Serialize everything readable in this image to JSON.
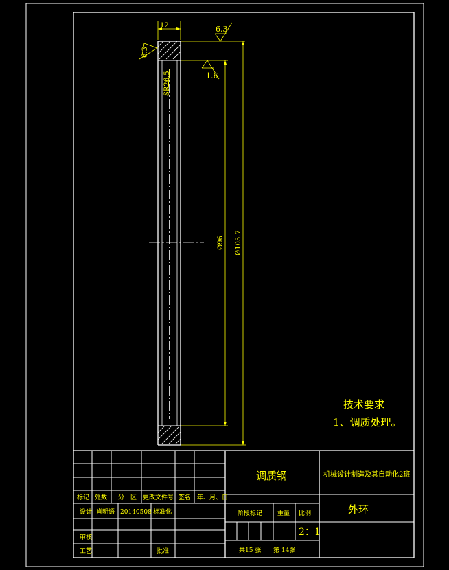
{
  "colors": {
    "background": "#000000",
    "line": "#ffffff",
    "text": "#ffff00"
  },
  "drawing": {
    "dims": {
      "width": "12",
      "roughness_top": "6.3",
      "roughness_side": "6.3",
      "roughness_inner": "1.6",
      "sphere_radius": "SR26.5",
      "inner_dia": "Ø96",
      "outer_dia": "Ø105.7"
    },
    "tech_req": {
      "title": "技术要求",
      "item1": "1、调质处理。"
    }
  },
  "title_block": {
    "material": "调质钢",
    "institution": "机械设计制造及其自动化2班",
    "part_name": "外环",
    "scale": "2：1",
    "sheets_total": "共15 张",
    "sheet_no": "第 14张",
    "headers": {
      "mark": "标记",
      "count": "处数",
      "zone": "分　区",
      "change_doc": "更改文件号",
      "signature": "签名",
      "date": "年、月、日"
    },
    "design_label": "设计",
    "designer": "肖明语",
    "design_date": "20140508",
    "standardize": "标准化",
    "stage_mark": "阶段标记",
    "weight": "重量",
    "scale_label": "比例",
    "review": "审核",
    "process": "工艺",
    "approve": "批准"
  }
}
